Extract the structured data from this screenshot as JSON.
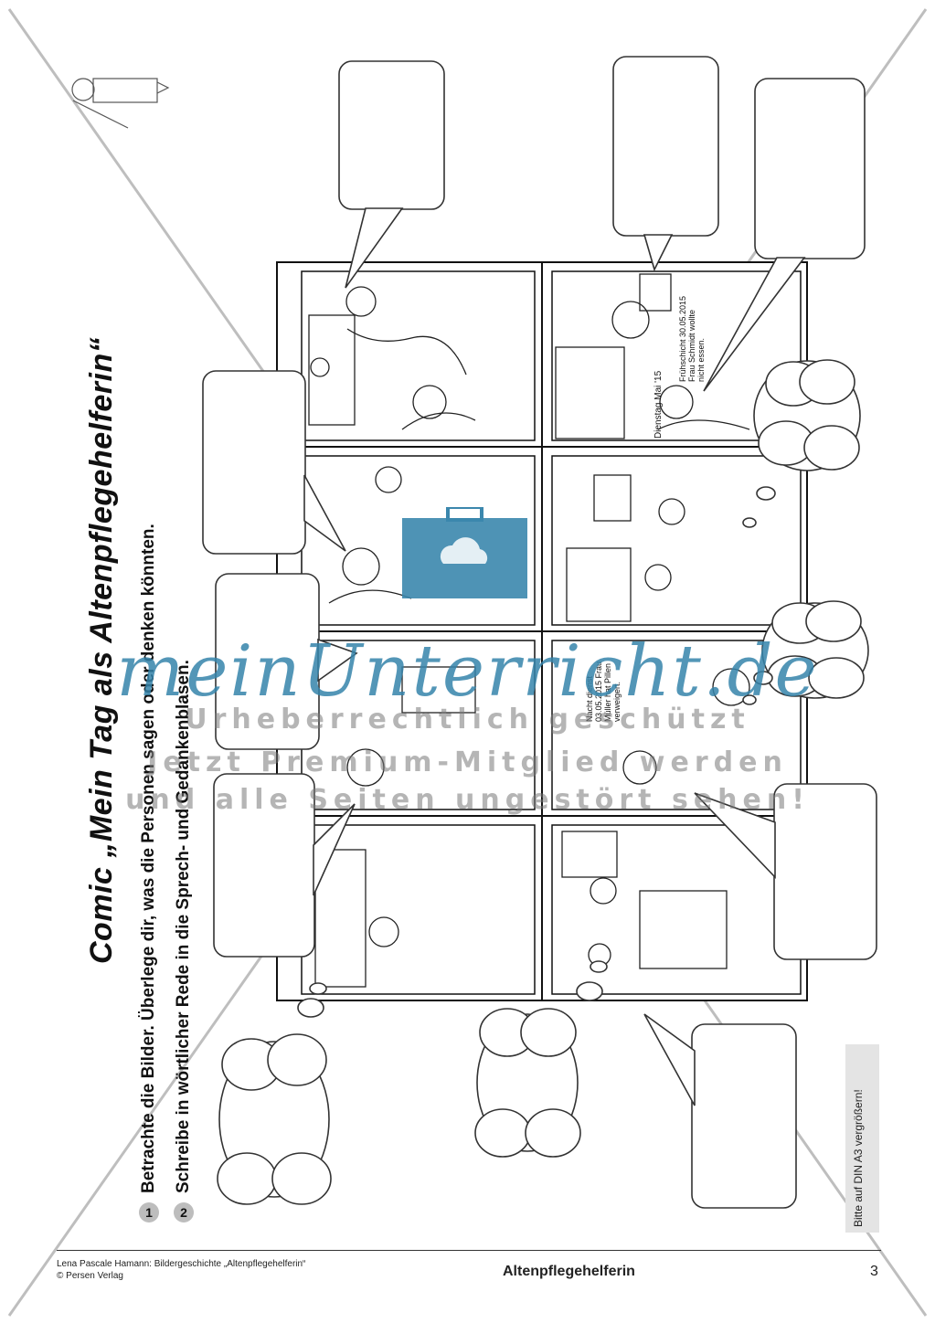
{
  "worksheet": {
    "title": "Comic „Mein Tag als Altenpflegehelferin“",
    "tasks": [
      {
        "number": "1",
        "text": "Betrachte die Bilder. Überlege dir, was die Personen sagen oder denken könnten."
      },
      {
        "number": "2",
        "text": "Schreibe in wörtlicher Rede in die Sprech- und Gedankenblasen."
      }
    ],
    "enlarge_note": "Bitte auf DIN A3 vergrößern!",
    "comic_texts": {
      "calendar": "Dienstag Mai '15",
      "note_fruehschicht": "Frühschicht 30.05.2015 Frau Schmidt wollte nicht essen.",
      "note_nachtdienst": "Nacht dienst 03.05.2015 Frau Müller hat Pillen verweigert."
    }
  },
  "watermark": {
    "brand": "meinUnterricht.de",
    "line1": "Urheberrechtlich geschützt",
    "line2": "Jetzt Premium-Mitglied werden",
    "line3": "und alle Seiten ungestört sehen!"
  },
  "footer": {
    "author_line": "Lena Pascale Hamann: Bildergeschichte „Altenpflegehelferin“",
    "publisher": "© Persen Verlag",
    "subject": "Altenpflegehelferin",
    "page": "3"
  },
  "colors": {
    "watermark_blue": "#3b87ad",
    "badge_gray": "#bdbdbd",
    "note_bg": "#e4e4e4"
  }
}
